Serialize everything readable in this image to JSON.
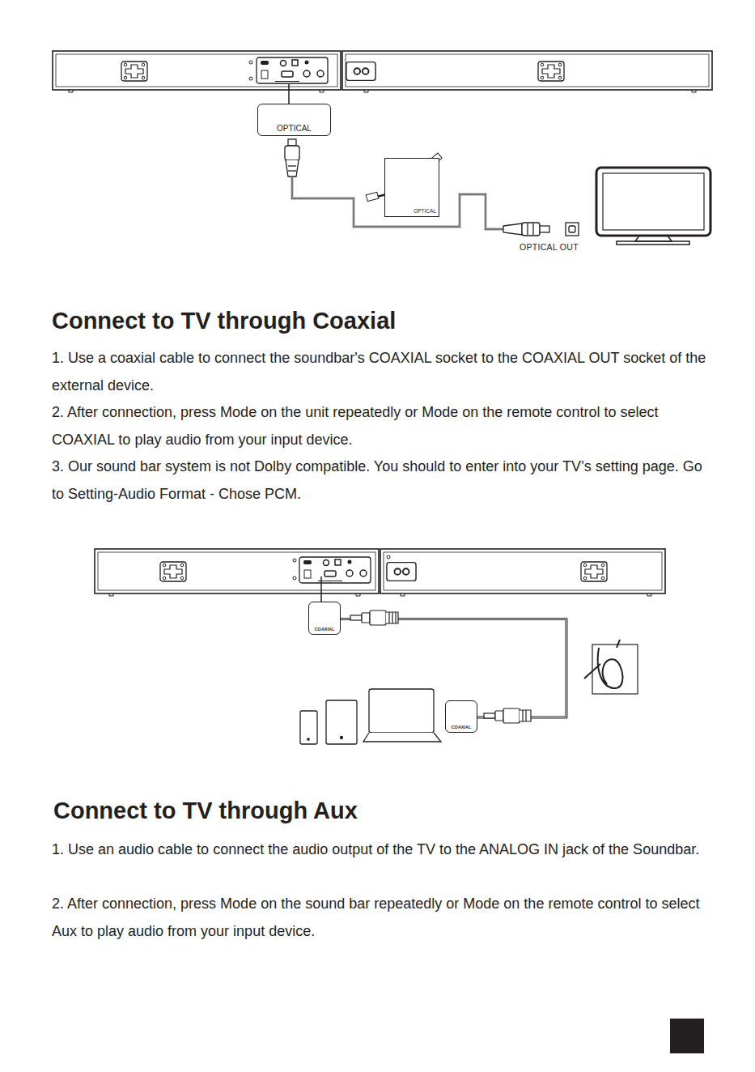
{
  "diagram": {
    "nodes": [
      {
        "text": [
          "OPTICAL"
        ]
      },
      {
        "text": [
          "OPTICAL"
        ]
      },
      {
        "text": [
          "COAXIAL"
        ]
      },
      {
        "text": [
          "COAXIAL"
        ]
      }
    ],
    "edges": [
      {
        "from": 2,
        "to": 3,
        "arrow": "none"
      }
    ],
    "labels": [
      "OPTICAL OUT",
      "Connect to TV through Coaxial",
      "1. Use a coaxial cable to connect the soundbar's COAXIAL socket to the COAXIAL OUT socket of the external device.",
      "2. After connection, press Mode on the unit repeatedly or Mode on the remote control to select COAXIAL to play audio from your input device.",
      "3. Our sound bar system is not Dolby compatible. You should to enter into your TV’s setting page. Go to Setting-Audio Format - Chose PCM.",
      "Connect to TV through Aux",
      "1. Use an audio cable to connect the audio output of the TV to the ANALOG IN jack of the Soundbar.",
      "2. After connection, press Mode on the sound bar repeatedly or Mode on the remote control to select Aux to play audio from your input device."
    ]
  }
}
